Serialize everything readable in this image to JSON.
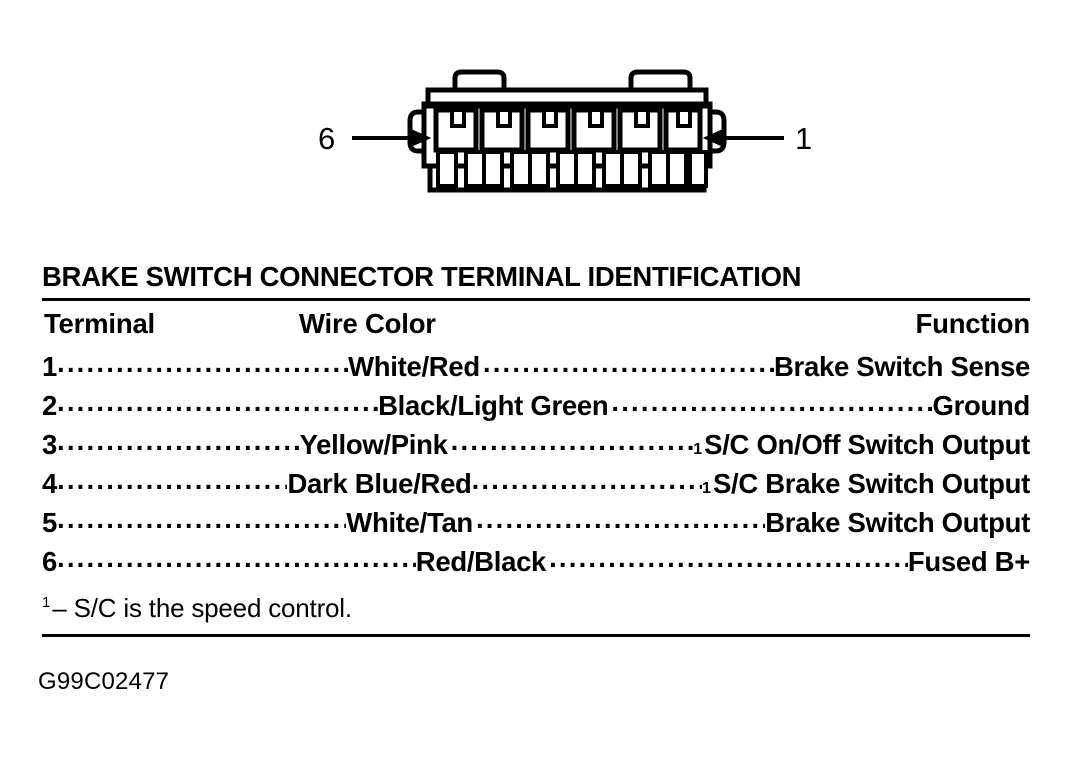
{
  "figure": {
    "connector_callouts": [
      {
        "label": "6",
        "side": "left",
        "arrow": "arrow-right"
      },
      {
        "label": "1",
        "side": "right",
        "arrow": "arrow-left"
      }
    ],
    "cavity_count": 6,
    "figure_id": "G99C02477"
  },
  "table": {
    "title": "BRAKE SWITCH CONNECTOR TERMINAL IDENTIFICATION",
    "columns": [
      "Terminal",
      "Wire Color",
      "Function"
    ],
    "rows": [
      {
        "terminal": "1",
        "wire_color": "White/Red",
        "function": "Brake Switch Sense",
        "footnote_marker": ""
      },
      {
        "terminal": "2",
        "wire_color": "Black/Light Green",
        "function": "Ground",
        "footnote_marker": ""
      },
      {
        "terminal": "3",
        "wire_color": "Yellow/Pink",
        "function": "S/C On/Off Switch Output",
        "footnote_marker": "1"
      },
      {
        "terminal": "4",
        "wire_color": "Dark Blue/Red",
        "function": "S/C Brake Switch Output",
        "footnote_marker": "1"
      },
      {
        "terminal": "5",
        "wire_color": "White/Tan",
        "function": "Brake Switch Output",
        "footnote_marker": ""
      },
      {
        "terminal": "6",
        "wire_color": "Red/Black",
        "function": "Fused B+",
        "footnote_marker": ""
      }
    ],
    "footnote": {
      "marker": "1",
      "text": "– S/C is the speed control."
    }
  },
  "colors": {
    "ink": "#000000",
    "paper": "#ffffff"
  }
}
